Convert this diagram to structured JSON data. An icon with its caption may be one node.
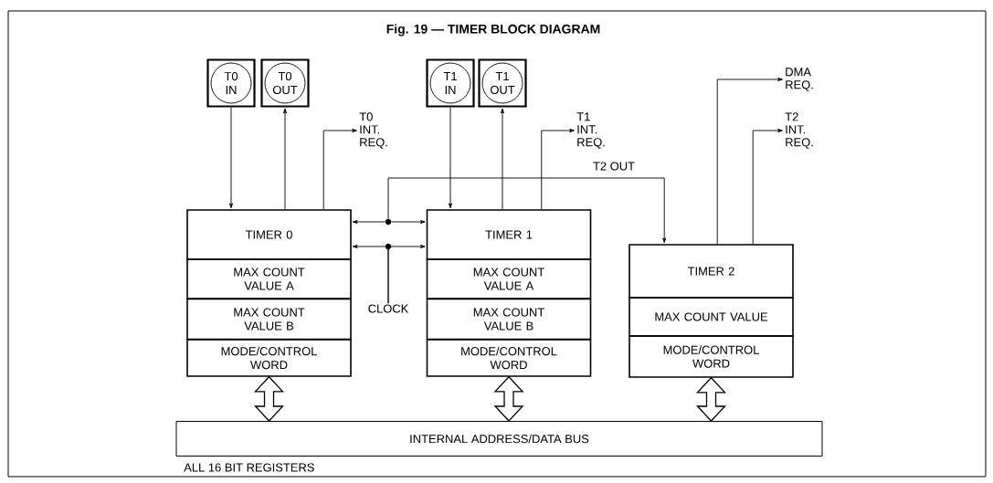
{
  "diagram": {
    "title": "Fig. 19 — TIMER BLOCK DIAGRAM",
    "nodes": [
      {
        "text": [
          "T0 IN"
        ]
      },
      {
        "text": [
          "T0 OUT"
        ]
      },
      {
        "text": [
          "T0 INT. REQ."
        ]
      },
      {
        "text": [
          "T1 IN"
        ]
      },
      {
        "text": [
          "T1 OUT"
        ]
      },
      {
        "text": [
          "T1 INT. REQ."
        ]
      },
      {
        "text": [
          "DMA REQ."
        ]
      },
      {
        "text": [
          "T2 INT. REQ."
        ]
      },
      {
        "text": [
          "TIMER 0"
        ]
      },
      {
        "text": [
          "MAX COUNT VALUE A"
        ]
      },
      {
        "text": [
          "MAX COUNT VALUE B"
        ]
      },
      {
        "text": [
          "MODE/CONTROL WORD"
        ]
      },
      {
        "text": [
          "TIMER 1"
        ]
      },
      {
        "text": [
          "MAX COUNT VALUE A"
        ]
      },
      {
        "text": [
          "MAX COUNT VALUE B"
        ]
      },
      {
        "text": [
          "MODE/CONTROL WORD"
        ]
      },
      {
        "text": [
          "TIMER 2"
        ]
      },
      {
        "text": [
          "MAX COUNT VALUE"
        ]
      },
      {
        "text": [
          "MODE/CONTROL WORD"
        ]
      },
      {
        "text": [
          "CLOCK"
        ]
      },
      {
        "text": [
          "INTERNAL ADDRESS/DATA BUS"
        ]
      },
      {
        "text": [],
        "shape": "circle"
      }
    ],
    "edges": [
      {
        "from": 0,
        "to": 8,
        "arrow": "to"
      },
      {
        "from": 8,
        "to": 1,
        "arrow": "to"
      },
      {
        "from": 8,
        "to": 2,
        "arrow": "to"
      },
      {
        "from": 3,
        "to": 12,
        "arrow": "to"
      },
      {
        "from": 12,
        "to": 4,
        "arrow": "to"
      },
      {
        "from": 12,
        "to": 5,
        "arrow": "to"
      },
      {
        "from": 16,
        "to": 6,
        "arrow": "to"
      },
      {
        "from": 16,
        "to": 7,
        "arrow": "to"
      },
      {
        "from": 21,
        "to": 8,
        "arrow": "to"
      },
      {
        "from": 21,
        "to": 12,
        "arrow": "to"
      },
      {
        "from": 21,
        "to": 16,
        "arrow": "to",
        "label": "T2 OUT"
      },
      {
        "from": 19,
        "to": 8,
        "arrow": "to"
      },
      {
        "from": 19,
        "to": 12,
        "arrow": "to"
      },
      {
        "from": 11,
        "to": 20,
        "arrow": "both",
        "style": "thick"
      },
      {
        "from": 15,
        "to": 20,
        "arrow": "both",
        "style": "thick"
      },
      {
        "from": 18,
        "to": 20,
        "arrow": "both",
        "style": "thick"
      }
    ],
    "labels": [
      "ALL 16 BIT REGISTERS"
    ]
  }
}
